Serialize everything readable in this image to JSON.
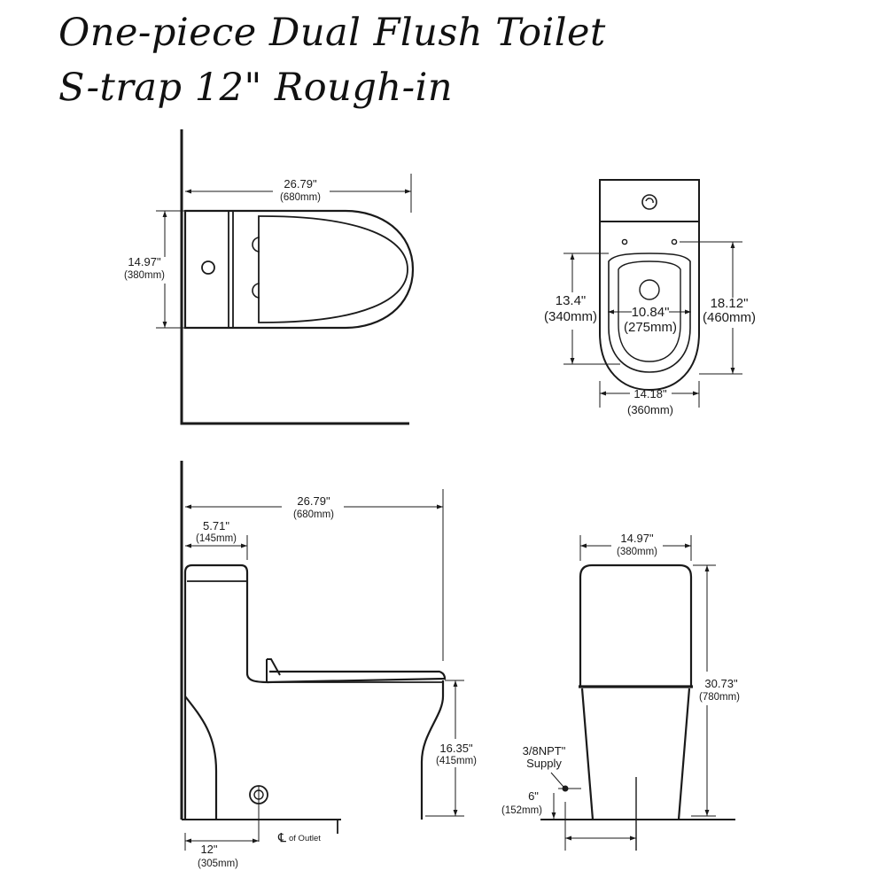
{
  "title": {
    "line1": "One-piece Dual Flush Toilet",
    "line2": "S-trap 12\" Rough-in"
  },
  "top_view": {
    "length": {
      "in": "26.79\"",
      "mm": "(680mm)"
    },
    "width": {
      "in": "14.97\"",
      "mm": "(380mm)"
    }
  },
  "front_top_view": {
    "bowl_length": {
      "in": "13.4\"",
      "mm": "(340mm)"
    },
    "seat_opening": {
      "in": "10.84\"",
      "mm": "(275mm)"
    },
    "overall_length": {
      "in": "18.12\"",
      "mm": "(460mm)"
    },
    "bowl_width": {
      "in": "14.18\"",
      "mm": "(360mm)"
    }
  },
  "side_view": {
    "length": {
      "in": "26.79\"",
      "mm": "(680mm)"
    },
    "tank_depth": {
      "in": "5.71\"",
      "mm": "(145mm)"
    },
    "seat_height": {
      "in": "16.35\"",
      "mm": "(415mm)"
    },
    "rough_in": {
      "in": "12\"",
      "mm": "(305mm)"
    },
    "outlet_label": "of Outlet"
  },
  "front_view": {
    "width": {
      "in": "14.97\"",
      "mm": "(380mm)"
    },
    "height": {
      "in": "30.73\"",
      "mm": "(780mm)"
    },
    "supply_label_1": "3/8NPT\"",
    "supply_label_2": "Supply",
    "supply_height": {
      "in": "6\"",
      "mm": "(152mm)"
    }
  }
}
